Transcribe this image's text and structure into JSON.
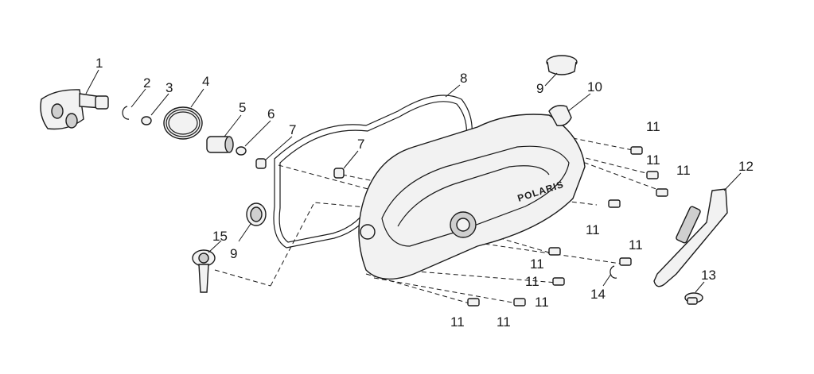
{
  "cover_brand": "POLARIS",
  "callouts": {
    "c1": "1",
    "c2": "2",
    "c3": "3",
    "c4": "4",
    "c5": "5",
    "c6": "6",
    "c7a": "7",
    "c7b": "7",
    "c8": "8",
    "c9a": "9",
    "c9b": "9",
    "c10": "10",
    "c11a": "11",
    "c11b": "11",
    "c11c": "11",
    "c11d": "11",
    "c11e": "11",
    "c11f": "11",
    "c11g": "11",
    "c11h": "11",
    "c11i": "11",
    "c11j": "11",
    "c12": "12",
    "c13": "13",
    "c14": "14",
    "c15": "15"
  }
}
